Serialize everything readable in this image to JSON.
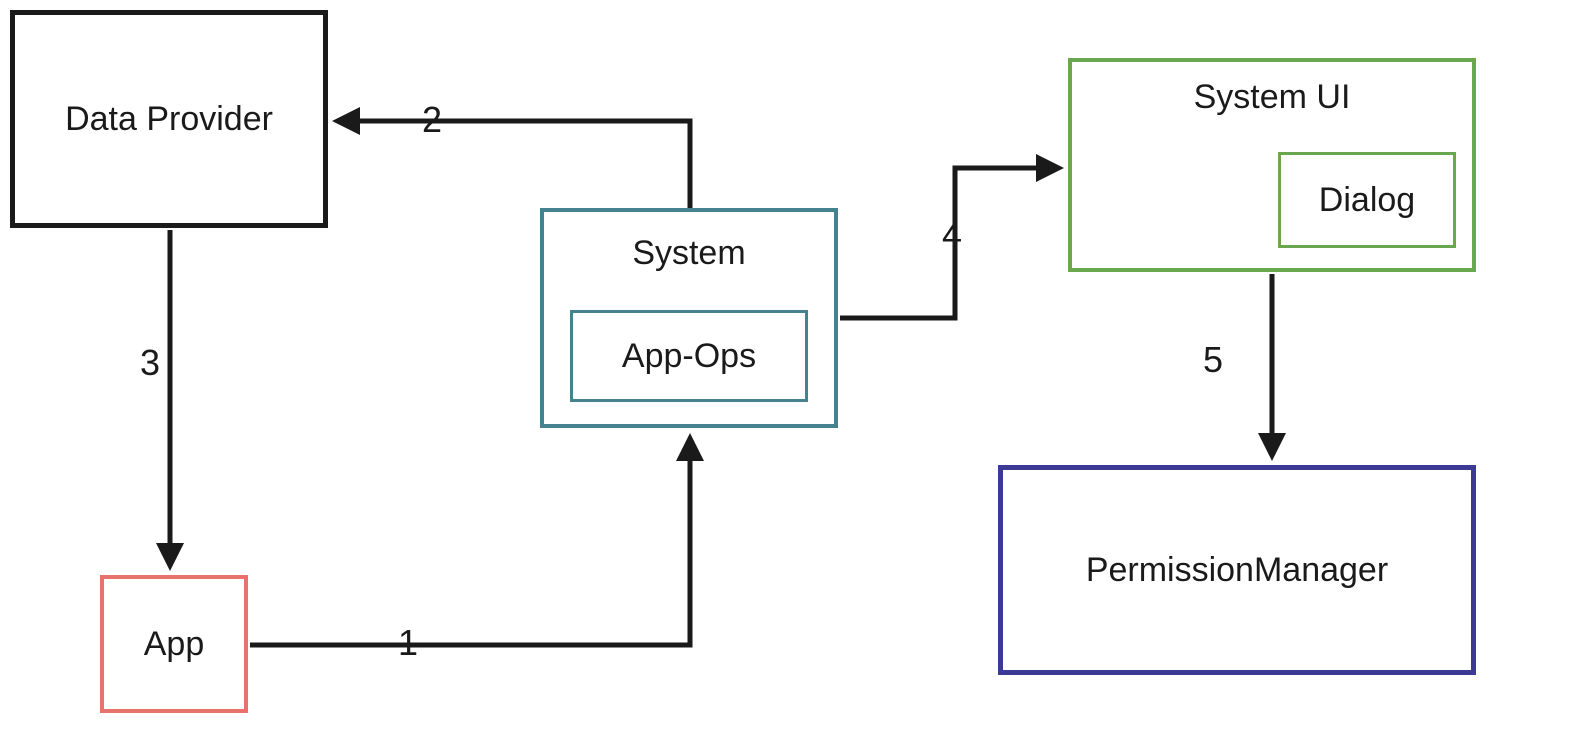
{
  "diagram": {
    "background_color": "#ffffff",
    "line_color": "#1a1a1a",
    "nodes": {
      "data_provider": {
        "label": "Data Provider",
        "border_color": "#1a1a1a"
      },
      "app": {
        "label": "App",
        "border_color": "#e8736c"
      },
      "system": {
        "label": "System",
        "border_color": "#45818e"
      },
      "app_ops": {
        "label": "App-Ops",
        "border_color": "#45818e"
      },
      "system_ui": {
        "label": "System UI",
        "border_color": "#6aa84f"
      },
      "dialog": {
        "label": "Dialog",
        "border_color": "#6aa84f"
      },
      "permission_manager": {
        "label": "PermissionManager",
        "border_color": "#3b3a94"
      }
    },
    "arrows": {
      "a1": {
        "label": "1",
        "from": "App",
        "to": "System"
      },
      "a2": {
        "label": "2",
        "from": "System",
        "to": "Data Provider"
      },
      "a3": {
        "label": "3",
        "from": "Data Provider",
        "to": "App"
      },
      "a4": {
        "label": "4",
        "from": "System",
        "to": "System UI"
      },
      "a5": {
        "label": "5",
        "from": "System UI",
        "to": "PermissionManager"
      }
    }
  }
}
